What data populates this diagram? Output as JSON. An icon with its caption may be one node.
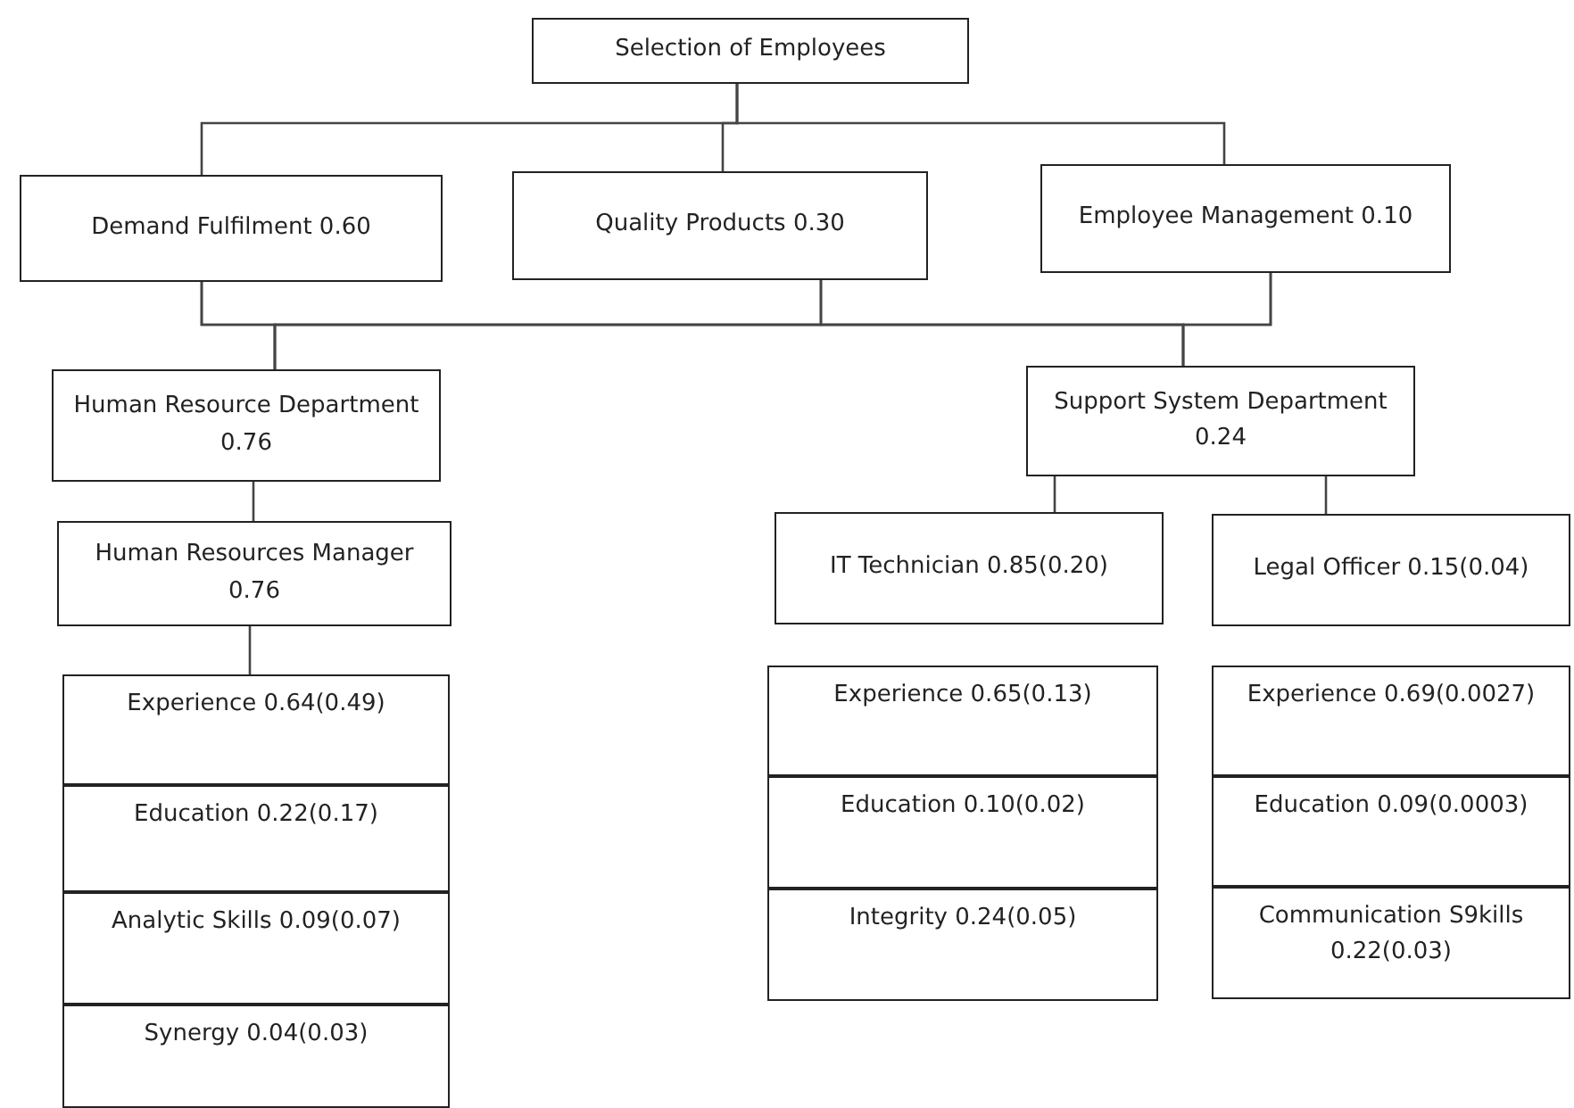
{
  "diagram": {
    "nodes": [
      {
        "text": [
          "Selection of Employees"
        ]
      },
      {
        "text": [
          "Demand Fulfilment 0.60"
        ]
      },
      {
        "text": [
          "Quality Products 0.30"
        ]
      },
      {
        "text": [
          "Employee Management 0.10"
        ]
      },
      {
        "text": [
          "Human Resource Department 0.76"
        ]
      },
      {
        "text": [
          "Support System Department 0.24"
        ]
      },
      {
        "text": [
          "Human Resources Manager 0.76"
        ]
      },
      {
        "text": [
          "IT Technician 0.85(0.20)"
        ]
      },
      {
        "text": [
          "Legal Officer 0.15(0.04)"
        ]
      },
      {
        "text": [
          "Experience 0.64(0.49)"
        ]
      },
      {
        "text": [
          "Education 0.22(0.17)"
        ]
      },
      {
        "text": [
          "Analytic Skills 0.09(0.07)"
        ]
      },
      {
        "text": [
          "Synergy 0.04(0.03)"
        ]
      },
      {
        "text": [
          "Experience 0.65(0.13)"
        ]
      },
      {
        "text": [
          "Education 0.10(0.02)"
        ]
      },
      {
        "text": [
          "Integrity 0.24(0.05)"
        ]
      },
      {
        "text": [
          "Experience 0.69(0.0027)"
        ]
      },
      {
        "text": [
          "Education 0.09(0.0003)"
        ]
      },
      {
        "text": [
          "Communication S9kills 0.22(0.03)"
        ]
      }
    ],
    "edges": [
      {
        "from": 0,
        "to": 1,
        "arrow": "none"
      },
      {
        "from": 0,
        "to": 2,
        "arrow": "none"
      },
      {
        "from": 0,
        "to": 3,
        "arrow": "none"
      },
      {
        "from": 1,
        "to": 4,
        "arrow": "none"
      },
      {
        "from": 1,
        "to": 5,
        "arrow": "none"
      },
      {
        "from": 2,
        "to": 4,
        "arrow": "none"
      },
      {
        "from": 2,
        "to": 5,
        "arrow": "none"
      },
      {
        "from": 3,
        "to": 4,
        "arrow": "none"
      },
      {
        "from": 3,
        "to": 5,
        "arrow": "none"
      },
      {
        "from": 4,
        "to": 6,
        "arrow": "none"
      },
      {
        "from": 6,
        "to": 9,
        "arrow": "none"
      },
      {
        "from": 5,
        "to": 7,
        "arrow": "none"
      },
      {
        "from": 5,
        "to": 8,
        "arrow": "none"
      }
    ]
  }
}
